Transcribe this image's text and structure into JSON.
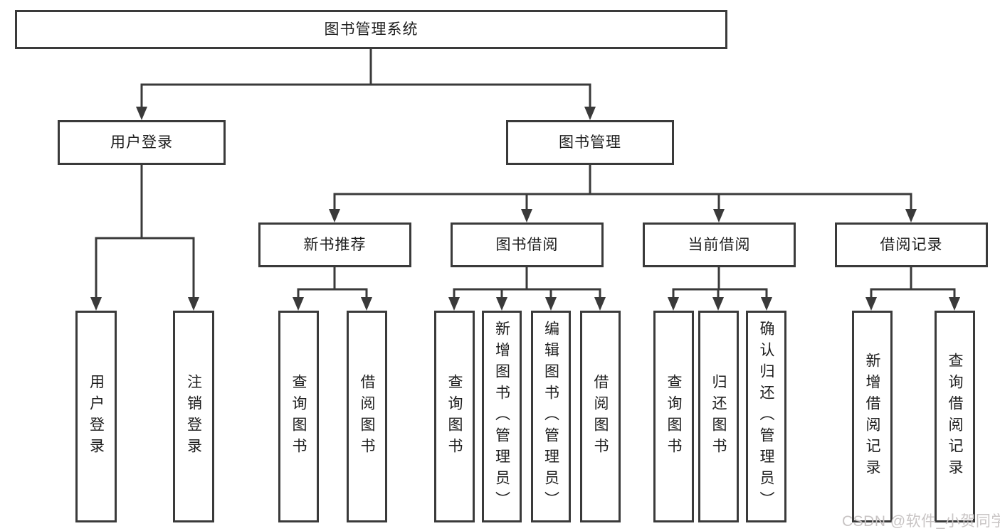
{
  "title": "图书管理系统",
  "level2": [
    {
      "label": "用户登录"
    },
    {
      "label": "图书管理"
    }
  ],
  "level3": [
    {
      "label": "新书推荐"
    },
    {
      "label": "图书借阅"
    },
    {
      "label": "当前借阅"
    },
    {
      "label": "借阅记录"
    }
  ],
  "leaves": {
    "user_login": [
      "用户登录",
      "注销登录"
    ],
    "new_book_recommend": [
      "查询图书",
      "借阅图书"
    ],
    "book_borrowing": [
      "查询图书",
      "新增图书（管理员）",
      "编辑图书（管理员）",
      "借阅图书"
    ],
    "current_borrowing": [
      "查询图书",
      "归还图书",
      "确认归还（管理员）"
    ],
    "borrow_records": [
      "新增借阅记录",
      "查询借阅记录"
    ]
  },
  "watermark": "CSDN @软件_小贺同学",
  "colors": {
    "line": "#3a3a3a",
    "text": "#1d1d1d",
    "watermark": "#c8c4c4",
    "background": "#ffffff"
  }
}
